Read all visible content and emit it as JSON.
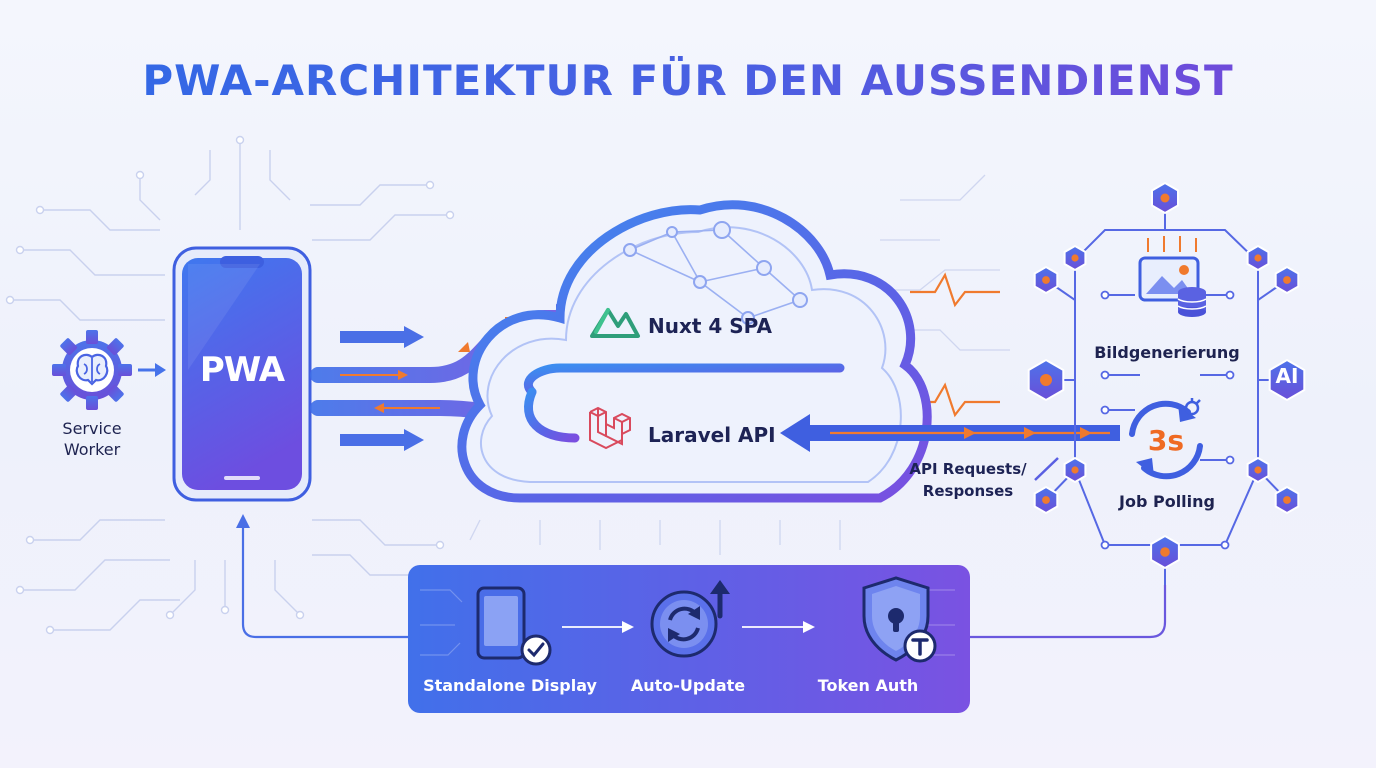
{
  "title": "PWA-ARCHITEKTUR FÜR DEN AUSSENDIENST",
  "nodes": {
    "service_worker": [
      "Service",
      "Worker"
    ],
    "pwa": "PWA",
    "nuxt": "Nuxt 4 SPA",
    "laravel": "Laravel API",
    "api_requests": [
      "API Requests/",
      "Responses"
    ],
    "bildgenerierung": "Bildgenerierung",
    "ai": "AI",
    "polling_interval": "3s",
    "job_polling": "Job Polling"
  },
  "feature_bar": {
    "items": [
      "Standalone Display",
      "Auto-Update",
      "Token Auth"
    ]
  },
  "colors": {
    "primary_blue": "#3f63e6",
    "purple": "#7b4fe0",
    "orange": "#f07a2e",
    "laravel_red": "#d94a5d",
    "nuxt_green": "#2fae7a",
    "navy": "#1e2350"
  },
  "icons": [
    "brain-gear-icon",
    "cloud-icon",
    "nuxt-logo-icon",
    "laravel-logo-icon",
    "image-generation-icon",
    "refresh-timer-icon",
    "tablet-check-icon",
    "auto-update-icon",
    "shield-lock-icon"
  ]
}
